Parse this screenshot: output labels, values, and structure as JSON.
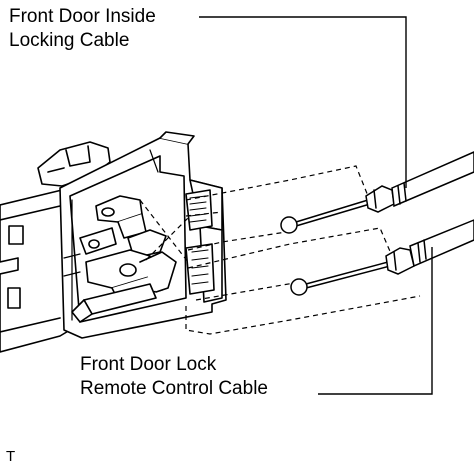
{
  "labels": {
    "inside_locking_cable": {
      "line1": "Front Door Inside",
      "line2": "Locking Cable"
    },
    "lock_remote_control_cable": {
      "line1": "Front Door Lock",
      "line2": "Remote Control Cable"
    }
  },
  "page_id": "T",
  "colors": {
    "ink": "#000000",
    "background": "#ffffff"
  }
}
